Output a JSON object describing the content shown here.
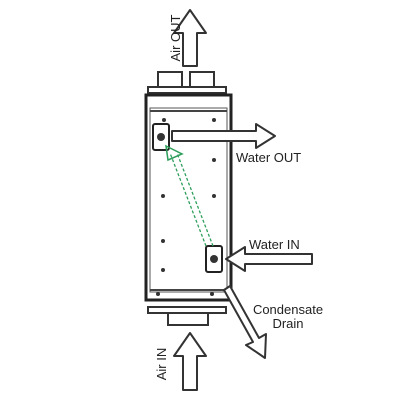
{
  "labels": {
    "air_out": "Air OUT",
    "air_in": "Air IN",
    "water_out": "Water OUT",
    "water_in": "Water IN",
    "condensate_line1": "Condensate",
    "condensate_line2": "Drain"
  },
  "colors": {
    "outline": "#333333",
    "arrow_fill": "#ffffff",
    "flow_path": "#2e9e5b",
    "background": "#ffffff"
  }
}
